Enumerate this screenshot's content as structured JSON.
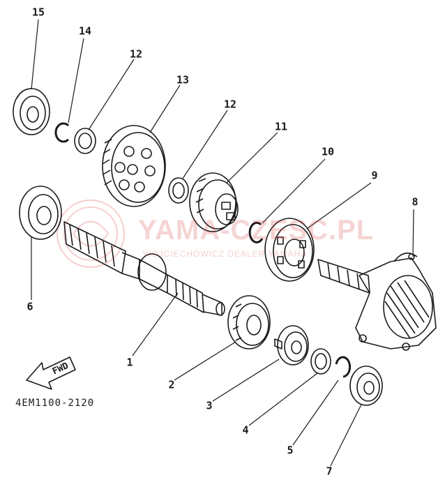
{
  "part_code": "4EM1100-2120",
  "fwd_label": "FWD",
  "watermark": {
    "main": "YAMA-CZESC.PL",
    "sub": "WOJCIECHOWICZ DEALER YAMAHA"
  },
  "callouts": [
    {
      "id": "1",
      "label": "1"
    },
    {
      "id": "2",
      "label": "2"
    },
    {
      "id": "3",
      "label": "3"
    },
    {
      "id": "4",
      "label": "4"
    },
    {
      "id": "5",
      "label": "5"
    },
    {
      "id": "6",
      "label": "6"
    },
    {
      "id": "7",
      "label": "7"
    },
    {
      "id": "8",
      "label": "8"
    },
    {
      "id": "9",
      "label": "9"
    },
    {
      "id": "10",
      "label": "10"
    },
    {
      "id": "11",
      "label": "11"
    },
    {
      "id": "12a",
      "label": "12"
    },
    {
      "id": "12b",
      "label": "12"
    },
    {
      "id": "13",
      "label": "13"
    },
    {
      "id": "14",
      "label": "14"
    },
    {
      "id": "15",
      "label": "15"
    }
  ],
  "colors": {
    "line": "#1a1a1a",
    "watermark": "#d73c3c"
  }
}
